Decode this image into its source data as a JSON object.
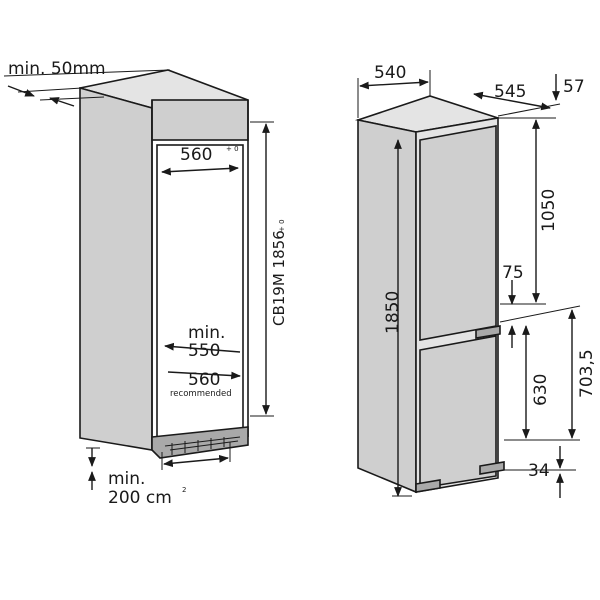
{
  "cabinet": {
    "gap_label": "min. 50mm",
    "width_label": "560",
    "width_tolerance": "+ 0",
    "height_label": "CB19M 1856",
    "height_tolerance": "+ 0",
    "depth_min_label": "min.",
    "depth_min_value": "550",
    "depth_rec_value": "560",
    "depth_rec_note": "recommended",
    "vent_label_line1": "min.",
    "vent_label_line2": "200 cm",
    "vent_unit_exp": "2"
  },
  "appliance": {
    "width_label": "540",
    "depth_label": "545",
    "top_offset_label": "57",
    "upper_height_label": "1050",
    "gap_label": "75",
    "total_height_label": "1850",
    "lower_height_label": "630",
    "lower_total_label": "703,5",
    "bottom_label": "34"
  },
  "colors": {
    "outline": "#1a1a1a",
    "panel_grey": "#cfcfcf",
    "dark_grey": "#a9a9a9",
    "light_grey": "#e4e4e4"
  }
}
